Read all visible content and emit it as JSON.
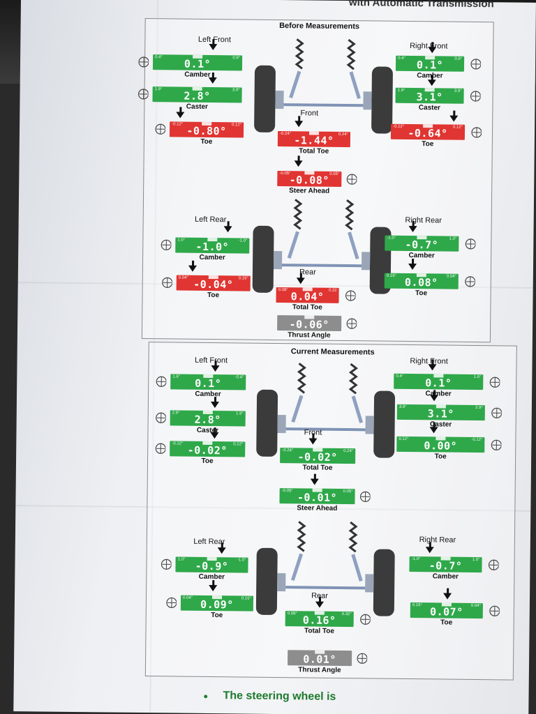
{
  "header": "with Automatic Transmission",
  "footer": "The steering wheel is",
  "before": {
    "title": "Before Measurements",
    "front_label": "Front",
    "rear_label": "Rear",
    "left_front": {
      "label": "Left Front",
      "camber": {
        "name": "Camber",
        "value": "0.1°",
        "lo": "0.4°",
        "hi": "0.9°",
        "color": "green"
      },
      "caster": {
        "name": "Caster",
        "value": "2.8°",
        "lo": "1.9°",
        "hi": "3.9°",
        "color": "green"
      },
      "toe": {
        "name": "Toe",
        "value": "-0.80°",
        "lo": "-0.12°",
        "hi": "0.12°",
        "color": "red"
      }
    },
    "right_front": {
      "label": "Right Front",
      "camber": {
        "name": "Camber",
        "value": "0.1°",
        "lo": "0.4°",
        "hi": "0.9°",
        "color": "green"
      },
      "caster": {
        "name": "Caster",
        "value": "3.1°",
        "lo": "1.9°",
        "hi": "3.9°",
        "color": "green"
      },
      "toe": {
        "name": "Toe",
        "value": "-0.64°",
        "lo": "-0.12°",
        "hi": "0.12°",
        "color": "red"
      }
    },
    "total_toe_front": {
      "name": "Total Toe",
      "value": "-1.44°",
      "lo": "-0.24°",
      "hi": "0.24°",
      "color": "red"
    },
    "steer_ahead": {
      "name": "Steer Ahead",
      "value": "-0.08°",
      "lo": "-0.05°",
      "hi": "0.05°",
      "color": "red"
    },
    "left_rear": {
      "label": "Left Rear",
      "camber": {
        "name": "Camber",
        "value": "-1.0°",
        "lo": "1.0°",
        "hi": "-1.0°",
        "color": "green"
      },
      "toe": {
        "name": "Toe",
        "value": "-0.04°",
        "lo": "0.04°",
        "hi": "0.16°",
        "color": "red"
      }
    },
    "right_rear": {
      "label": "Right Rear",
      "camber": {
        "name": "Camber",
        "value": "-0.7°",
        "lo": "-1.0°",
        "hi": "1.0°",
        "color": "green"
      },
      "toe": {
        "name": "Toe",
        "value": "0.08°",
        "lo": "0.16°",
        "hi": "0.04°",
        "color": "green"
      }
    },
    "total_toe_rear": {
      "name": "Total Toe",
      "value": "0.04°",
      "lo": "0.08°",
      "hi": "0.22",
      "color": "red"
    },
    "thrust_angle": {
      "name": "Thrust Angle",
      "value": "-0.06°",
      "lo": "",
      "hi": "",
      "color": "gray"
    }
  },
  "current": {
    "title": "Current Measurements",
    "front_label": "Front",
    "rear_label": "Rear",
    "left_front": {
      "label": "Left Front",
      "camber": {
        "name": "Camber",
        "value": "0.1°",
        "lo": "1.6°",
        "hi": "-0.4°",
        "color": "green"
      },
      "caster": {
        "name": "Caster",
        "value": "2.8°",
        "lo": "2.9°",
        "hi": "1.9°",
        "color": "green"
      },
      "toe": {
        "name": "Toe",
        "value": "-0.02°",
        "lo": "-0.12°",
        "hi": "0.12°",
        "color": "green"
      }
    },
    "right_front": {
      "label": "Right Front",
      "camber": {
        "name": "Camber",
        "value": "0.1°",
        "lo": "0.4°",
        "hi": "1.6°",
        "color": "green"
      },
      "caster": {
        "name": "Caster",
        "value": "3.1°",
        "lo": "3.9°",
        "hi": "2.9°",
        "color": "green"
      },
      "toe": {
        "name": "Toe",
        "value": "0.00°",
        "lo": "0.12°",
        "hi": "-0.12°",
        "color": "green"
      }
    },
    "total_toe_front": {
      "name": "Total Toe",
      "value": "-0.02°",
      "lo": "-0.24°",
      "hi": "0.24°",
      "color": "green"
    },
    "steer_ahead": {
      "name": "Steer Ahead",
      "value": "-0.01°",
      "lo": "-0.05°",
      "hi": "0.05°",
      "color": "green"
    },
    "left_rear": {
      "label": "Left Rear",
      "camber": {
        "name": "Camber",
        "value": "-0.9°",
        "lo": "1.0°",
        "hi": "-1.0°",
        "color": "green"
      },
      "toe": {
        "name": "Toe",
        "value": "0.09°",
        "lo": "0.04°",
        "hi": "0.16°",
        "color": "green"
      }
    },
    "right_rear": {
      "label": "Right Rear",
      "camber": {
        "name": "Camber",
        "value": "-0.7°",
        "lo": "-1.0°",
        "hi": "1.0°",
        "color": "green"
      },
      "toe": {
        "name": "Toe",
        "value": "0.07°",
        "lo": "0.16°",
        "hi": "0.04°",
        "color": "green"
      }
    },
    "total_toe_rear": {
      "name": "Total Toe",
      "value": "0.16°",
      "lo": "0.08°",
      "hi": "0.32°",
      "color": "green"
    },
    "thrust_angle": {
      "name": "Thrust Angle",
      "value": "0.01°",
      "lo": "",
      "hi": "",
      "color": "gray"
    }
  }
}
